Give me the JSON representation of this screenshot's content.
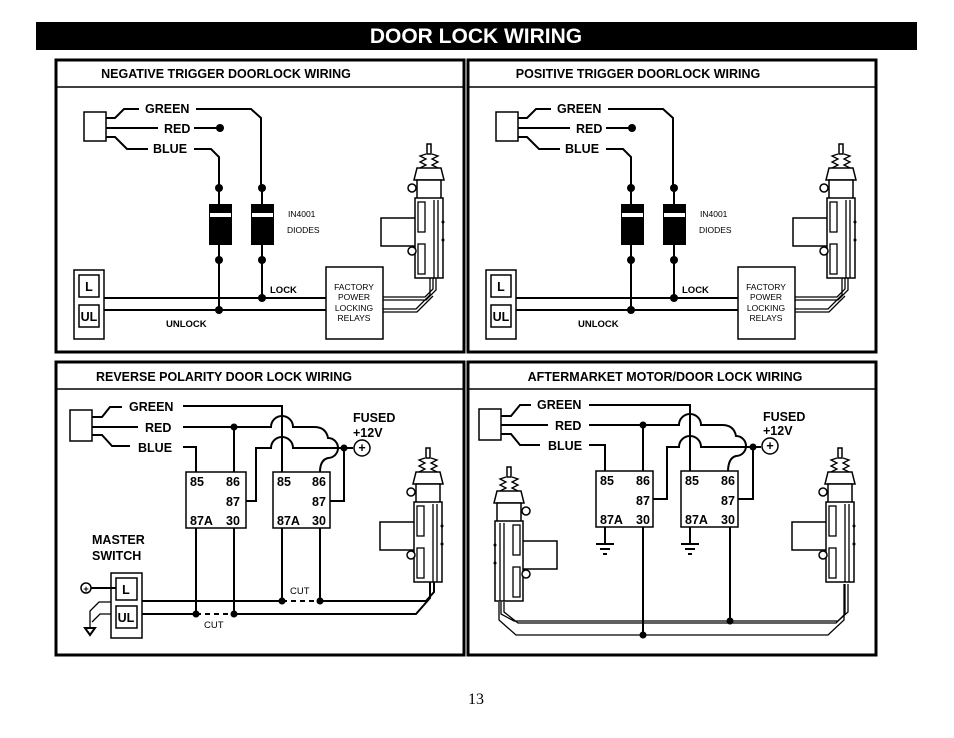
{
  "page": {
    "title": "DOOR LOCK WIRING",
    "page_number": "13"
  },
  "panels": [
    {
      "title": "NEGATIVE TRIGGER DOORLOCK WIRING",
      "green": "GREEN",
      "red": "RED",
      "blue": "BLUE",
      "diode_part": "IN4001",
      "diode_label": "DIODES",
      "lock": "LOCK",
      "unlock": "UNLOCK",
      "switch_l": "L",
      "switch_ul": "UL",
      "relay_lines": [
        "FACTORY",
        "POWER",
        "LOCKING",
        "RELAYS"
      ]
    },
    {
      "title": "POSITIVE TRIGGER DOORLOCK WIRING",
      "green": "GREEN",
      "red": "RED",
      "blue": "BLUE",
      "diode_part": "IN4001",
      "diode_label": "DIODES",
      "lock": "LOCK",
      "unlock": "UNLOCK",
      "switch_l": "L",
      "switch_ul": "UL",
      "relay_lines": [
        "FACTORY",
        "POWER",
        "LOCKING",
        "RELAYS"
      ]
    },
    {
      "title": "REVERSE POLARITY DOOR LOCK WIRING",
      "green": "GREEN",
      "red": "RED",
      "blue": "BLUE",
      "fused": "FUSED",
      "voltage": "+12V",
      "pins": [
        "85",
        "86",
        "87",
        "87A",
        "30"
      ],
      "master": "MASTER",
      "switch": "SWITCH",
      "switch_l": "L",
      "switch_ul": "UL",
      "cut": "CUT"
    },
    {
      "title": "AFTERMARKET MOTOR/DOOR LOCK WIRING",
      "green": "GREEN",
      "red": "RED",
      "blue": "BLUE",
      "fused": "FUSED",
      "voltage": "+12V",
      "pins": [
        "85",
        "86",
        "87",
        "87A",
        "30"
      ]
    }
  ]
}
